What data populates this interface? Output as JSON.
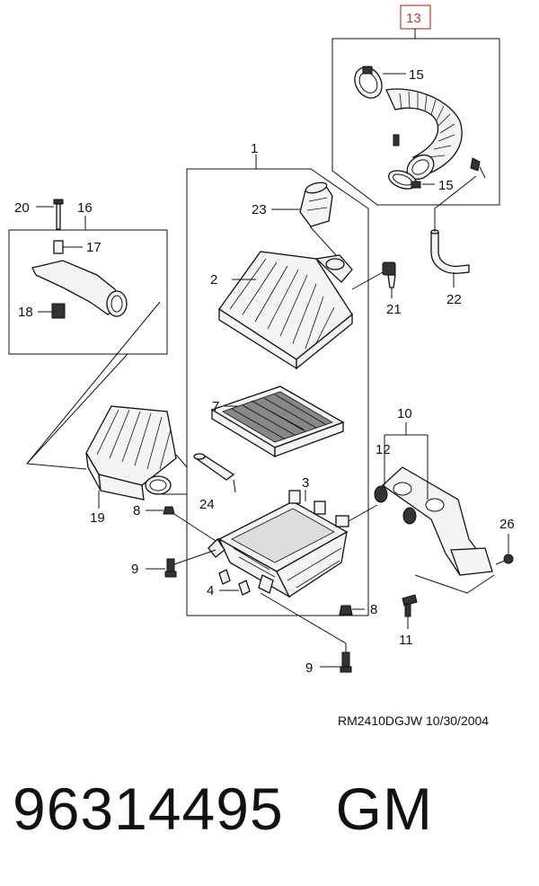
{
  "callouts": {
    "c1": "1",
    "c2": "2",
    "c3": "3",
    "c4": "4",
    "c7": "7",
    "c8a": "8",
    "c8b": "8",
    "c9a": "9",
    "c9b": "9",
    "c10": "10",
    "c11": "11",
    "c12": "12",
    "c13": "13",
    "c15a": "15",
    "c15b": "15",
    "c16": "16",
    "c17": "17",
    "c18": "18",
    "c19": "19",
    "c20": "20",
    "c21": "21",
    "c22": "22",
    "c23": "23",
    "c24": "24",
    "c26": "26"
  },
  "reference": "RM2410DGJW  10/30/2004",
  "part_number": "96314495   GM",
  "colors": {
    "accent_box": "#c0392b",
    "ink": "#111111"
  }
}
